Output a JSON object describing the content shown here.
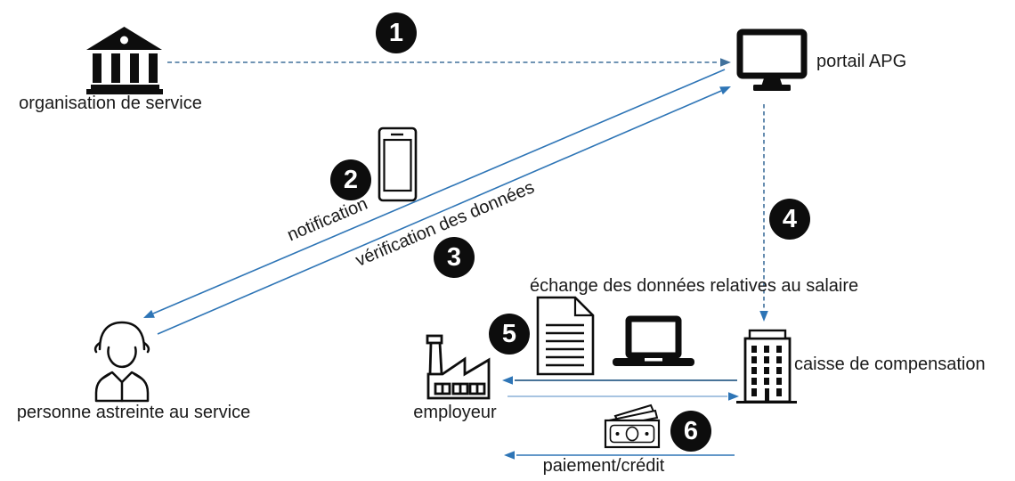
{
  "nodes": {
    "organisation": "organisation de service",
    "portail": "portail APG",
    "personne": "personne astreinte au service",
    "employeur": "employeur",
    "caisse": "caisse de compensation"
  },
  "flows": {
    "notification": "notification",
    "verification": "vérification des données",
    "echange": "échange des données relatives au salaire",
    "paiement": "paiement/crédit"
  },
  "badges": [
    "1",
    "2",
    "3",
    "4",
    "5",
    "6"
  ],
  "colors": {
    "arrow_solid": "#2E75B6",
    "arrow_dashed": "#41719C",
    "arrow_dark": "#2E5F8A",
    "arrow_light": "#9BBBDD",
    "icon": "#0D0D0D",
    "badge_bg": "#0D0D0D",
    "badge_text": "#FFFFFF",
    "text": "#1A1A1A"
  }
}
